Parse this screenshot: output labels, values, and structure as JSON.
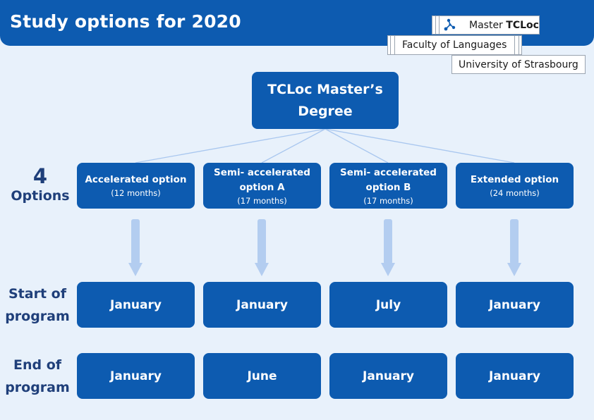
{
  "header": {
    "title": "Study options for 2020"
  },
  "tags": {
    "master_prefix": "Master ",
    "master_bold": "TCLoc",
    "faculty": "Faculty of Languages",
    "university": "University of Strasbourg"
  },
  "root": {
    "line1": "TCLoc Master’s",
    "line2": "Degree"
  },
  "options_label": {
    "number": "4",
    "word": "Options"
  },
  "options": [
    {
      "title_lines": [
        "Accelerated option"
      ],
      "duration": "(12 months)"
    },
    {
      "title_lines": [
        "Semi- accelerated",
        "option A"
      ],
      "duration": "(17 months)"
    },
    {
      "title_lines": [
        "Semi- accelerated",
        "option B"
      ],
      "duration": "(17 months)"
    },
    {
      "title_lines": [
        "Extended option"
      ],
      "duration": "(24 months)"
    }
  ],
  "rows": {
    "start_label_line1": "Start of",
    "start_label_line2": "program",
    "end_label_line1": "End of",
    "end_label_line2": "program",
    "start_values": [
      "January",
      "January",
      "July",
      "January"
    ],
    "end_values": [
      "January",
      "June",
      "January",
      "January"
    ]
  },
  "colors": {
    "brand_blue": "#0d5bb0",
    "background": "#e8f1fb",
    "label_navy": "#1f3f7a",
    "arrow_blue": "#b3cdf0",
    "connector_blue": "#a9c7ef"
  },
  "icons": {
    "logo": "tcloc-network-icon"
  }
}
